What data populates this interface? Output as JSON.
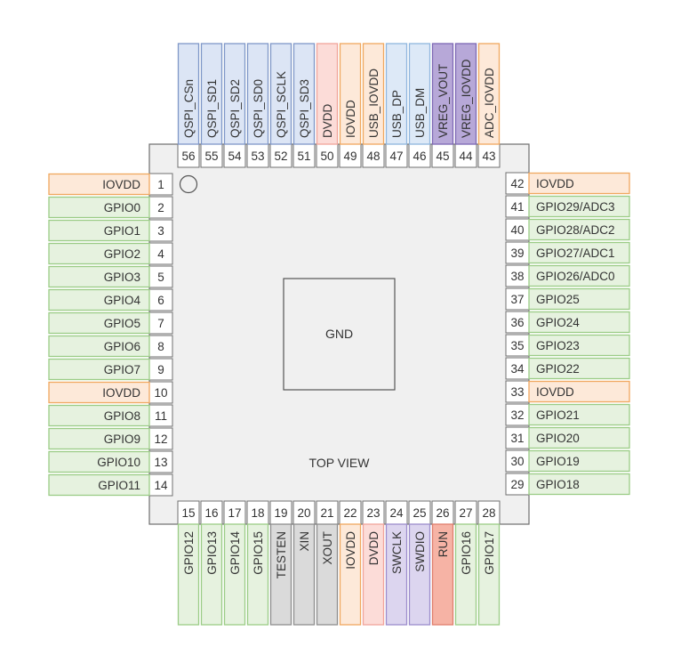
{
  "chip": {
    "center_label": "GND",
    "view_label": "TOP VIEW"
  },
  "colors": {
    "power": {
      "fill": "#fde9d9",
      "stroke": "#f0a85f"
    },
    "gpio": {
      "fill": "#e6f2df",
      "stroke": "#9bcc86"
    },
    "qspi": {
      "fill": "#dce5f5",
      "stroke": "#7f97c8"
    },
    "dvdd": {
      "fill": "#fcdcd8",
      "stroke": "#f1a49b"
    },
    "usb": {
      "fill": "#dde9f7",
      "stroke": "#8fb6de"
    },
    "vreg": {
      "fill": "#b7a8d8",
      "stroke": "#7d68b5"
    },
    "xtal": {
      "fill": "#dadada",
      "stroke": "#8e8e8e"
    },
    "swd": {
      "fill": "#dcd5ef",
      "stroke": "#9c8ccc"
    },
    "run": {
      "fill": "#f6b3a5",
      "stroke": "#e07e6c"
    },
    "body": {
      "fill": "#f0f0f0",
      "stroke": "#6f6f6f"
    }
  },
  "pins": {
    "left": [
      {
        "num": "1",
        "label": "IOVDD",
        "type": "power"
      },
      {
        "num": "2",
        "label": "GPIO0",
        "type": "gpio"
      },
      {
        "num": "3",
        "label": "GPIO1",
        "type": "gpio"
      },
      {
        "num": "4",
        "label": "GPIO2",
        "type": "gpio"
      },
      {
        "num": "5",
        "label": "GPIO3",
        "type": "gpio"
      },
      {
        "num": "6",
        "label": "GPIO4",
        "type": "gpio"
      },
      {
        "num": "7",
        "label": "GPIO5",
        "type": "gpio"
      },
      {
        "num": "8",
        "label": "GPIO6",
        "type": "gpio"
      },
      {
        "num": "9",
        "label": "GPIO7",
        "type": "gpio"
      },
      {
        "num": "10",
        "label": "IOVDD",
        "type": "power"
      },
      {
        "num": "11",
        "label": "GPIO8",
        "type": "gpio"
      },
      {
        "num": "12",
        "label": "GPIO9",
        "type": "gpio"
      },
      {
        "num": "13",
        "label": "GPIO10",
        "type": "gpio"
      },
      {
        "num": "14",
        "label": "GPIO11",
        "type": "gpio"
      }
    ],
    "bottom": [
      {
        "num": "15",
        "label": "GPIO12",
        "type": "gpio"
      },
      {
        "num": "16",
        "label": "GPIO13",
        "type": "gpio"
      },
      {
        "num": "17",
        "label": "GPIO14",
        "type": "gpio"
      },
      {
        "num": "18",
        "label": "GPIO15",
        "type": "gpio"
      },
      {
        "num": "19",
        "label": "TESTEN",
        "type": "xtal"
      },
      {
        "num": "20",
        "label": "XIN",
        "type": "xtal"
      },
      {
        "num": "21",
        "label": "XOUT",
        "type": "xtal"
      },
      {
        "num": "22",
        "label": "IOVDD",
        "type": "power"
      },
      {
        "num": "23",
        "label": "DVDD",
        "type": "dvdd"
      },
      {
        "num": "24",
        "label": "SWCLK",
        "type": "swd"
      },
      {
        "num": "25",
        "label": "SWDIO",
        "type": "swd"
      },
      {
        "num": "26",
        "label": "RUN",
        "type": "run"
      },
      {
        "num": "27",
        "label": "GPIO16",
        "type": "gpio"
      },
      {
        "num": "28",
        "label": "GPIO17",
        "type": "gpio"
      }
    ],
    "right": [
      {
        "num": "29",
        "label": "GPIO18",
        "type": "gpio"
      },
      {
        "num": "30",
        "label": "GPIO19",
        "type": "gpio"
      },
      {
        "num": "31",
        "label": "GPIO20",
        "type": "gpio"
      },
      {
        "num": "32",
        "label": "GPIO21",
        "type": "gpio"
      },
      {
        "num": "33",
        "label": "IOVDD",
        "type": "power"
      },
      {
        "num": "34",
        "label": "GPIO22",
        "type": "gpio"
      },
      {
        "num": "35",
        "label": "GPIO23",
        "type": "gpio"
      },
      {
        "num": "36",
        "label": "GPIO24",
        "type": "gpio"
      },
      {
        "num": "37",
        "label": "GPIO25",
        "type": "gpio"
      },
      {
        "num": "38",
        "label": "GPIO26/ADC0",
        "type": "gpio"
      },
      {
        "num": "39",
        "label": "GPIO27/ADC1",
        "type": "gpio"
      },
      {
        "num": "40",
        "label": "GPIO28/ADC2",
        "type": "gpio"
      },
      {
        "num": "41",
        "label": "GPIO29/ADC3",
        "type": "gpio"
      },
      {
        "num": "42",
        "label": "IOVDD",
        "type": "power"
      }
    ],
    "top": [
      {
        "num": "43",
        "label": "ADC_IOVDD",
        "type": "power"
      },
      {
        "num": "44",
        "label": "VREG_IOVDD",
        "type": "vreg"
      },
      {
        "num": "45",
        "label": "VREG_VOUT",
        "type": "vreg"
      },
      {
        "num": "46",
        "label": "USB_DM",
        "type": "usb"
      },
      {
        "num": "47",
        "label": "USB_DP",
        "type": "usb"
      },
      {
        "num": "48",
        "label": "USB_IOVDD",
        "type": "power"
      },
      {
        "num": "49",
        "label": "IOVDD",
        "type": "power"
      },
      {
        "num": "50",
        "label": "DVDD",
        "type": "dvdd"
      },
      {
        "num": "51",
        "label": "QSPI_SD3",
        "type": "qspi"
      },
      {
        "num": "52",
        "label": "QSPI_SCLK",
        "type": "qspi"
      },
      {
        "num": "53",
        "label": "QSPI_SD0",
        "type": "qspi"
      },
      {
        "num": "54",
        "label": "QSPI_SD2",
        "type": "qspi"
      },
      {
        "num": "55",
        "label": "QSPI_SD1",
        "type": "qspi"
      },
      {
        "num": "56",
        "label": "QSPI_CSn",
        "type": "qspi"
      }
    ]
  }
}
